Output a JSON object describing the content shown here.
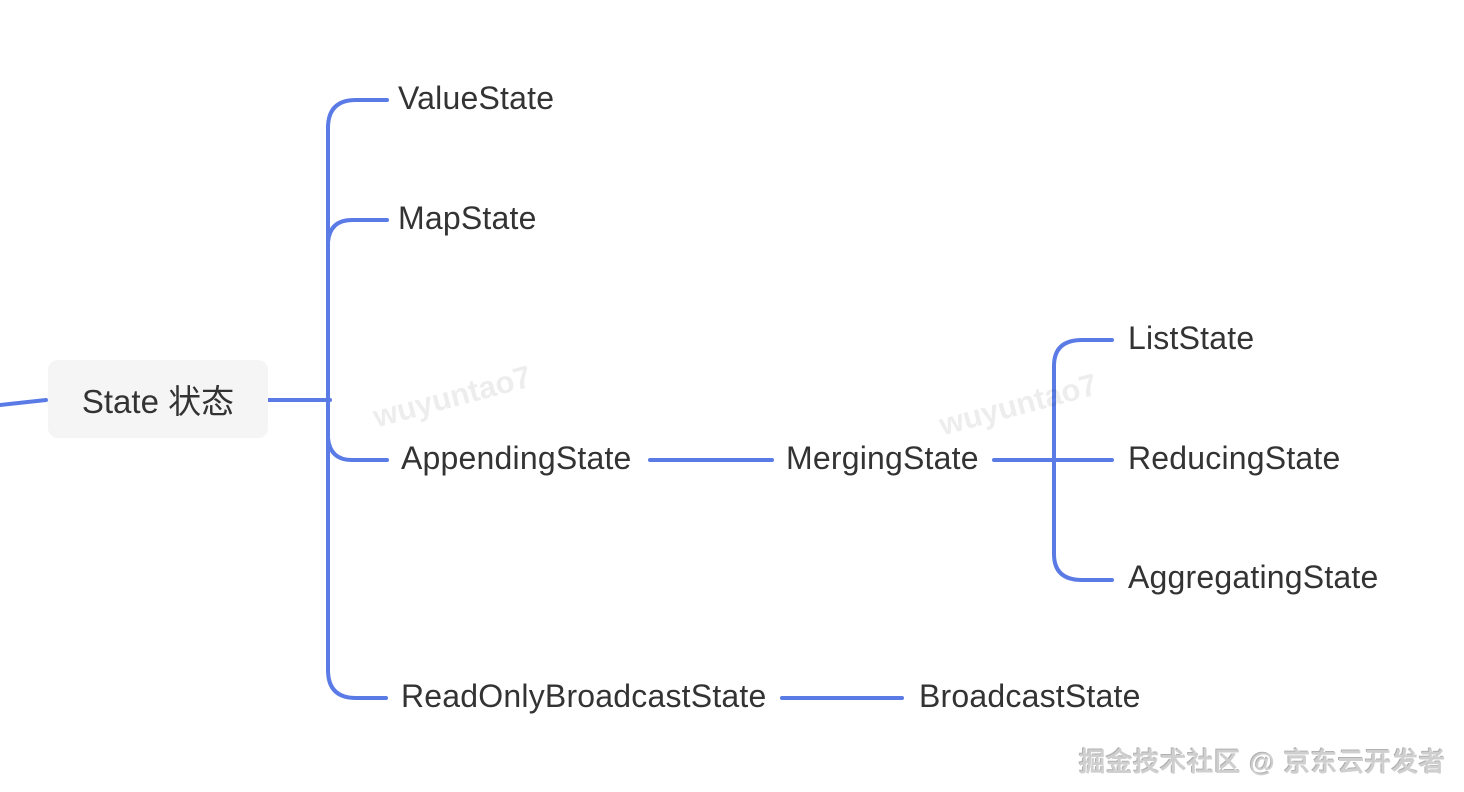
{
  "tree": {
    "label": "State 状态",
    "children": [
      {
        "label": "ValueState"
      },
      {
        "label": "MapState"
      },
      {
        "label": "AppendingState",
        "children": [
          {
            "label": "MergingState",
            "children": [
              {
                "label": "ListState"
              },
              {
                "label": "ReducingState"
              },
              {
                "label": "AggregatingState"
              }
            ]
          }
        ]
      },
      {
        "label": "ReadOnlyBroadcastState",
        "children": [
          {
            "label": "BroadcastState"
          }
        ]
      }
    ]
  },
  "colors": {
    "connector_line": "#5a7be6",
    "node_text": "#333333",
    "root_background": "#f5f5f5"
  },
  "watermark": {
    "text": "wuyuntao7"
  },
  "credit": {
    "text": "掘金技术社区 @ 京东云开发者"
  }
}
